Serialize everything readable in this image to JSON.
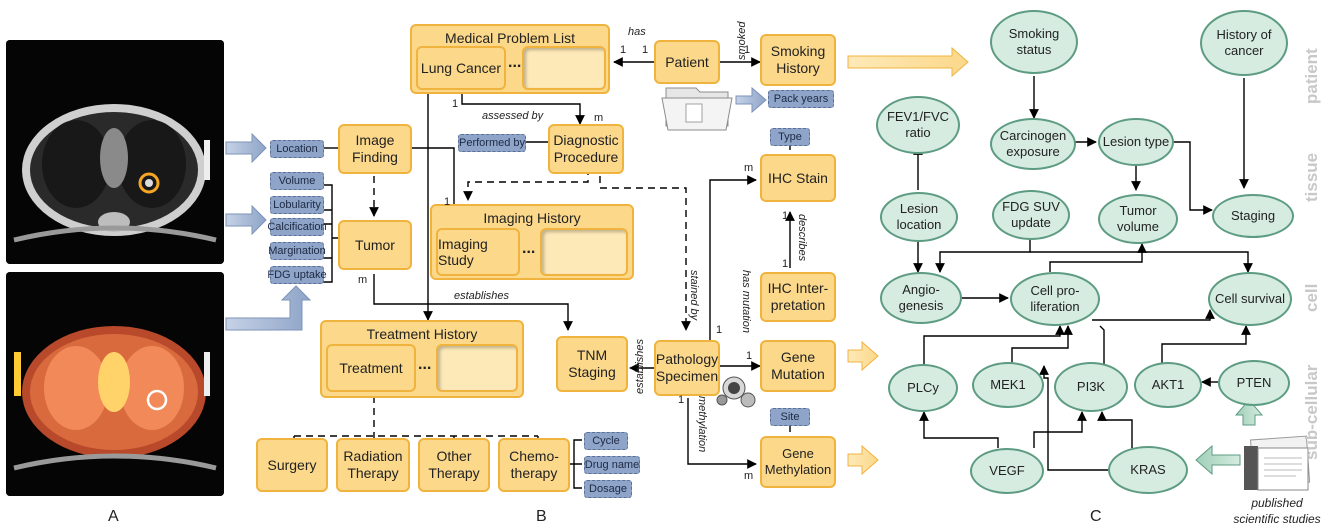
{
  "panels": {
    "a": "A",
    "b": "B",
    "c": "C"
  },
  "entities": {
    "problem_list": "Medical Problem List",
    "lung_cancer": "Lung Cancer",
    "patient": "Patient",
    "smoking_history": "Smoking History",
    "pack_years": "Pack years",
    "image_finding": "Image Finding",
    "diagnostic_procedure": "Diagnostic Procedure",
    "performed_by": "Performed by",
    "location": "Location",
    "volume": "Volume",
    "lobularity": "Lobularity",
    "calcification": "Calcification",
    "margination": "Margination",
    "fdg_uptake": "FDG uptake",
    "tumor": "Tumor",
    "imaging_history": "Imaging History",
    "imaging_study": "Imaging Study",
    "ihc_type": "Type",
    "ihc_stain": "IHC Stain",
    "ihc_interpretation": "IHC Inter-pretation",
    "treatment_history": "Treatment History",
    "treatment": "Treatment",
    "tnm_staging": "TNM Staging",
    "pathology_specimen": "Pathology Specimen",
    "gene_mutation": "Gene Mutation",
    "site": "Site",
    "gene_methylation": "Gene Methylation",
    "surgery": "Surgery",
    "radiation_therapy": "Radiation Therapy",
    "other_therapy": "Other Therapy",
    "chemotherapy": "Chemo-therapy",
    "cycle": "Cycle",
    "drug_name": "Drug name",
    "dosage": "Dosage",
    "ellipsis": "..."
  },
  "relations": {
    "has": "has",
    "smoked": "smoked",
    "assessed_by": "assessed by",
    "establishes": "establishes",
    "stained_by": "stained by",
    "describes": "describes",
    "has_mutation": "has mutation",
    "methylation": "methylation"
  },
  "cardinality": {
    "one": "1",
    "many": "m"
  },
  "network": {
    "smoking_status": "Smoking status",
    "history_of_cancer": "History of cancer",
    "fev1_fvc": "FEV1/FVC ratio",
    "carcinogen_exposure": "Carcinogen exposure",
    "lesion_type": "Lesion type",
    "lesion_location": "Lesion location",
    "fdg_suv_update": "FDG SUV update",
    "tumor_volume": "Tumor volume",
    "staging": "Staging",
    "angiogenesis": "Angio-genesis",
    "cell_proliferation": "Cell pro-liferation",
    "cell_survival": "Cell survival",
    "plcy": "PLCy",
    "mek1": "MEK1",
    "pi3k": "PI3K",
    "akt1": "AKT1",
    "pten": "PTEN",
    "vegf": "VEGF",
    "kras": "KRAS"
  },
  "levels": {
    "patient": "patient",
    "tissue": "tissue",
    "cell": "cell",
    "subcellular": "sub-cellular"
  },
  "studies_caption": "published scientific studies",
  "colors": {
    "entity_fill": "#fbd88a",
    "entity_border": "#f0b33e",
    "attribute_fill": "#8ea4c8",
    "node_fill": "#d6ece1",
    "node_border": "#5d9c83",
    "level_text": "#c8c8c8"
  }
}
